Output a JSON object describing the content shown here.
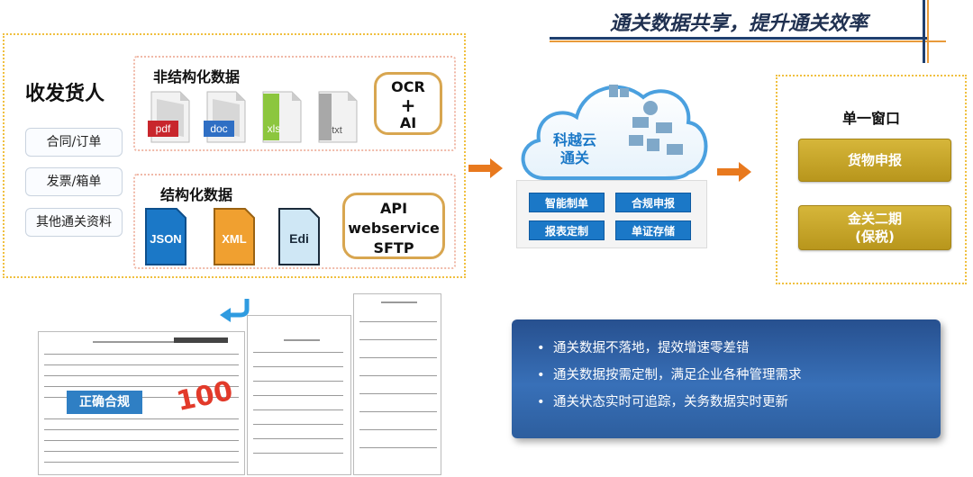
{
  "header": {
    "title": "通关数据共享，提升通关效率"
  },
  "shipper": {
    "title": "收发货人",
    "documents": [
      "合同/订单",
      "发票/箱单",
      "其他通关资料"
    ]
  },
  "unstructured": {
    "title": "非结构化数据",
    "files": [
      {
        "label": "pdf",
        "color": "#c8262c"
      },
      {
        "label": "doc",
        "color": "#2f6fc4"
      },
      {
        "label": "xls",
        "color": "#7cbc2a"
      },
      {
        "label": "txt",
        "color": "#888888"
      }
    ],
    "processor": {
      "line1": "OCR",
      "line2": "+",
      "line3": "AI"
    }
  },
  "structured": {
    "title": "结构化数据",
    "files": [
      {
        "label": "JSON",
        "color": "#1b78c7",
        "text_color": "#ffffff"
      },
      {
        "label": "XML",
        "color": "#f0a030",
        "text_color": "#ffffff"
      },
      {
        "label": "Edi",
        "color": "#cfe7f5",
        "text_color": "#1a2a3a"
      }
    ],
    "channels": {
      "line1": "API",
      "line2": "webservice",
      "line3": "SFTP"
    }
  },
  "cloud": {
    "name_line1": "科越云",
    "name_line2": "通关",
    "features": [
      "智能制单",
      "合规申报",
      "报表定制",
      "单证存储"
    ]
  },
  "single_window": {
    "title": "单一窗口",
    "buttons": [
      {
        "label": "货物申报"
      },
      {
        "label_line1": "金关二期",
        "label_line2": "(保税)"
      }
    ]
  },
  "documents_preview": {
    "badge": "正确合规",
    "stamp": "100"
  },
  "benefits": [
    "通关数据不落地，提效增速零差错",
    "通关数据按需定制，满足企业各种管理需求",
    "通关状态实时可追踪，关务数据实时更新"
  ],
  "colors": {
    "accent_orange": "#e8791e",
    "brand_blue": "#1b78c7",
    "gold": "#c7a52a",
    "dotted_border": "#f0c040"
  }
}
